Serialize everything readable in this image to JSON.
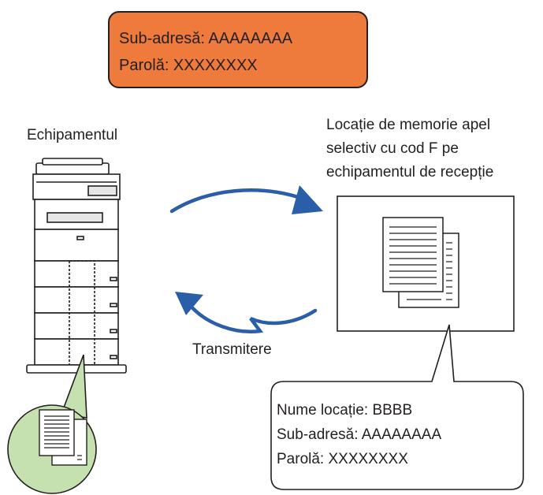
{
  "credentials": {
    "subaddress": "Sub-adresă: AAAAAAAA",
    "password": "Parolă: XXXXXXXX",
    "color": "#ee7a3b"
  },
  "device": {
    "label": "Echipamentul"
  },
  "location": {
    "line1": "Locație de memorie apel",
    "line2": "selectiv cu cod F pe",
    "line3": "echipamentul de recepție"
  },
  "transmit": {
    "label": "Transmitere"
  },
  "info": {
    "name": "Nume locație: BBBB",
    "subaddress": "Sub-adresă: AAAAAAAA",
    "password": "Parolă: XXXXXXXX"
  },
  "colors": {
    "arrow": "#2b5ea8",
    "doc_circle": "#c6e1b0",
    "frame": "#231f20"
  }
}
